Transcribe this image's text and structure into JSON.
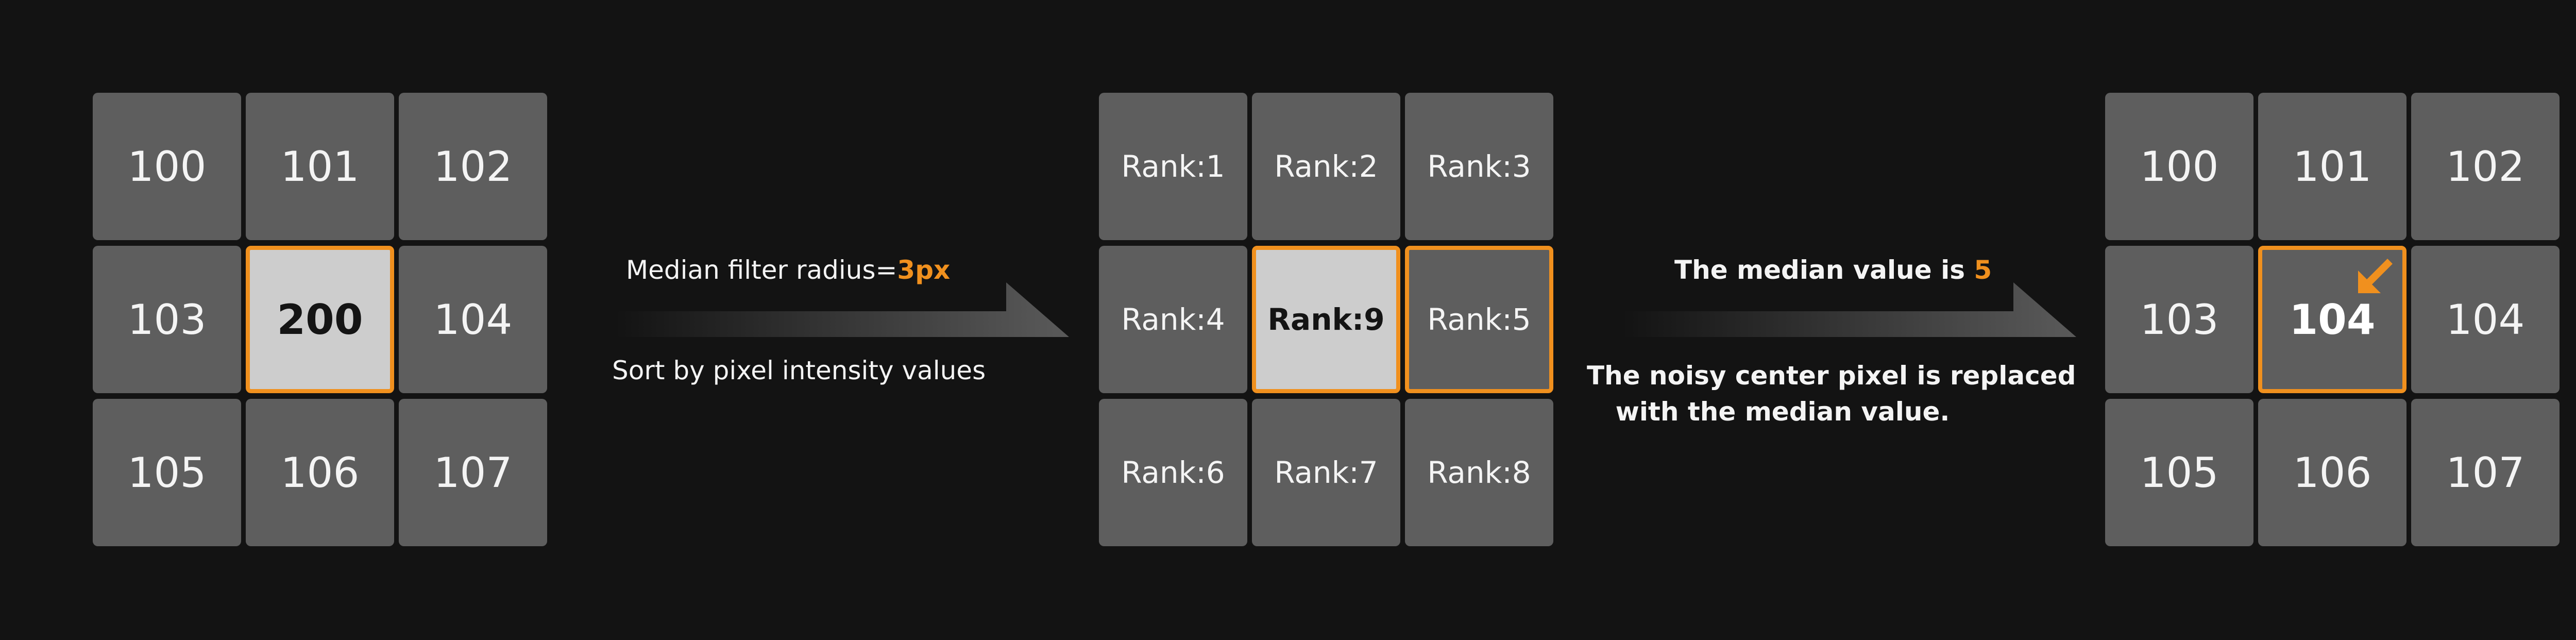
{
  "colors": {
    "background": "#131313",
    "cell": "#5e5e5e",
    "highlight_cell": "#cdcdcd",
    "accent": "#f0901e",
    "text": "#f4f4f4"
  },
  "input_grid": {
    "cells": [
      "100",
      "101",
      "102",
      "103",
      "200",
      "104",
      "105",
      "106",
      "107"
    ]
  },
  "step1": {
    "label_prefix": "Median filter radius=",
    "label_value": "3px",
    "caption": "Sort by pixel intensity values"
  },
  "rank_grid": {
    "cells": [
      "Rank:1",
      "Rank:2",
      "Rank:3",
      "Rank:4",
      "Rank:9",
      "Rank:5",
      "Rank:6",
      "Rank:7",
      "Rank:8"
    ]
  },
  "step2": {
    "label_prefix": "The median value is ",
    "label_value": "5",
    "caption_line1": "The noisy center pixel is replaced",
    "caption_line2": "with the median value."
  },
  "output_grid": {
    "cells": [
      "100",
      "101",
      "102",
      "103",
      "104",
      "104",
      "105",
      "106",
      "107"
    ],
    "replaced_icon": "arrow-down-left-icon"
  }
}
